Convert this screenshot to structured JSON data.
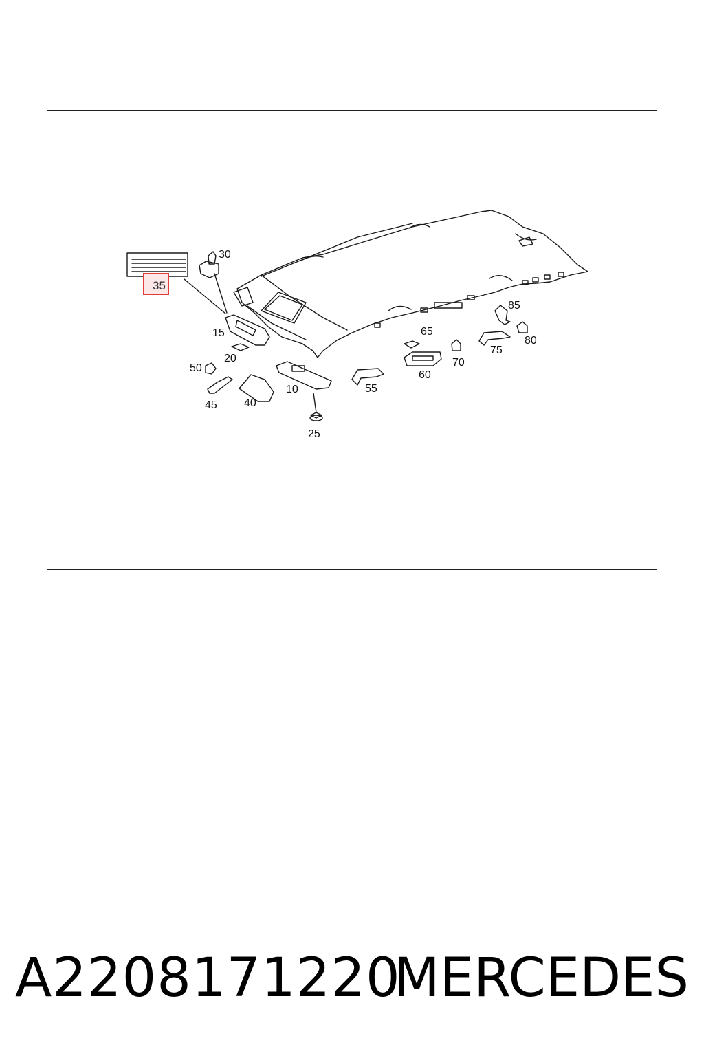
{
  "diagram": {
    "highlighted_callout": "35",
    "callouts": [
      "30",
      "15",
      "20",
      "50",
      "45",
      "40",
      "10",
      "25",
      "55",
      "65",
      "60",
      "70",
      "75",
      "85",
      "80"
    ]
  },
  "footer": {
    "part_number": "A2208171220",
    "brand": "MERCEDES"
  },
  "colors": {
    "highlight_border": "#e23b3b",
    "highlight_fill": "#fde8e8",
    "line": "#1a1a1a"
  }
}
